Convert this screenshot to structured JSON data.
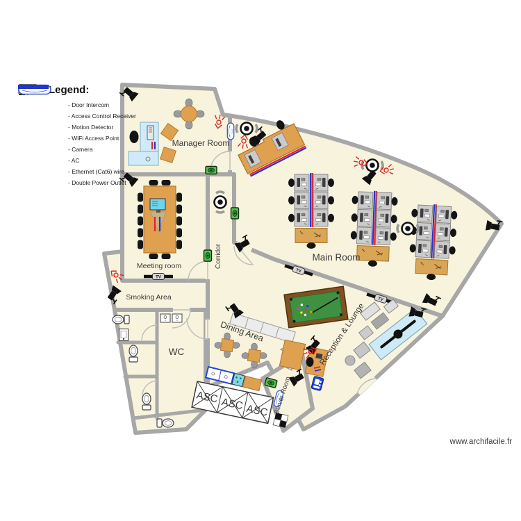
{
  "legend": {
    "title": "Legend:",
    "items": [
      {
        "name": "door-intercom",
        "label": "- Door Intercom"
      },
      {
        "name": "access-control-receiver",
        "label": "- Access Control Receiver"
      },
      {
        "name": "motion-detector",
        "label": "- Motion Detector"
      },
      {
        "name": "wifi-access-point",
        "label": "- WiFi Access Point"
      },
      {
        "name": "camera",
        "label": "- Camera"
      },
      {
        "name": "ac",
        "label": "- AC"
      },
      {
        "name": "ethernet-wire",
        "label": "- Ethernet (Cat6) wire"
      },
      {
        "name": "double-power-outlet",
        "label": "- Double Power Outlet"
      }
    ]
  },
  "rooms": {
    "manager_room": "Manager Room",
    "meeting_room": "Meeting room",
    "corridor": "Corridor",
    "main_room": "Main Room",
    "smoking_area": "Smoking Area",
    "wc": "WC",
    "dining_area": "Dining Area",
    "server_room": "Server Room",
    "reception_lounge": "Reception & Lounge",
    "elevator": "ASC"
  },
  "labels": {
    "tv": "TV"
  },
  "watermark": "www.archifacile.fr",
  "colors": {
    "floor": "#f8f3dd",
    "wall": "#a7a7a7",
    "wood": "#dfa050",
    "desk_grey": "#cbcbcb",
    "ethernet_red": "#e8202a",
    "power_blue": "#2334d0",
    "receiver_green": "#57c24e",
    "intercom_blue": "#2247d6",
    "pool_felt_green": "#3f9142",
    "light_blue": "#cfeaf8"
  }
}
